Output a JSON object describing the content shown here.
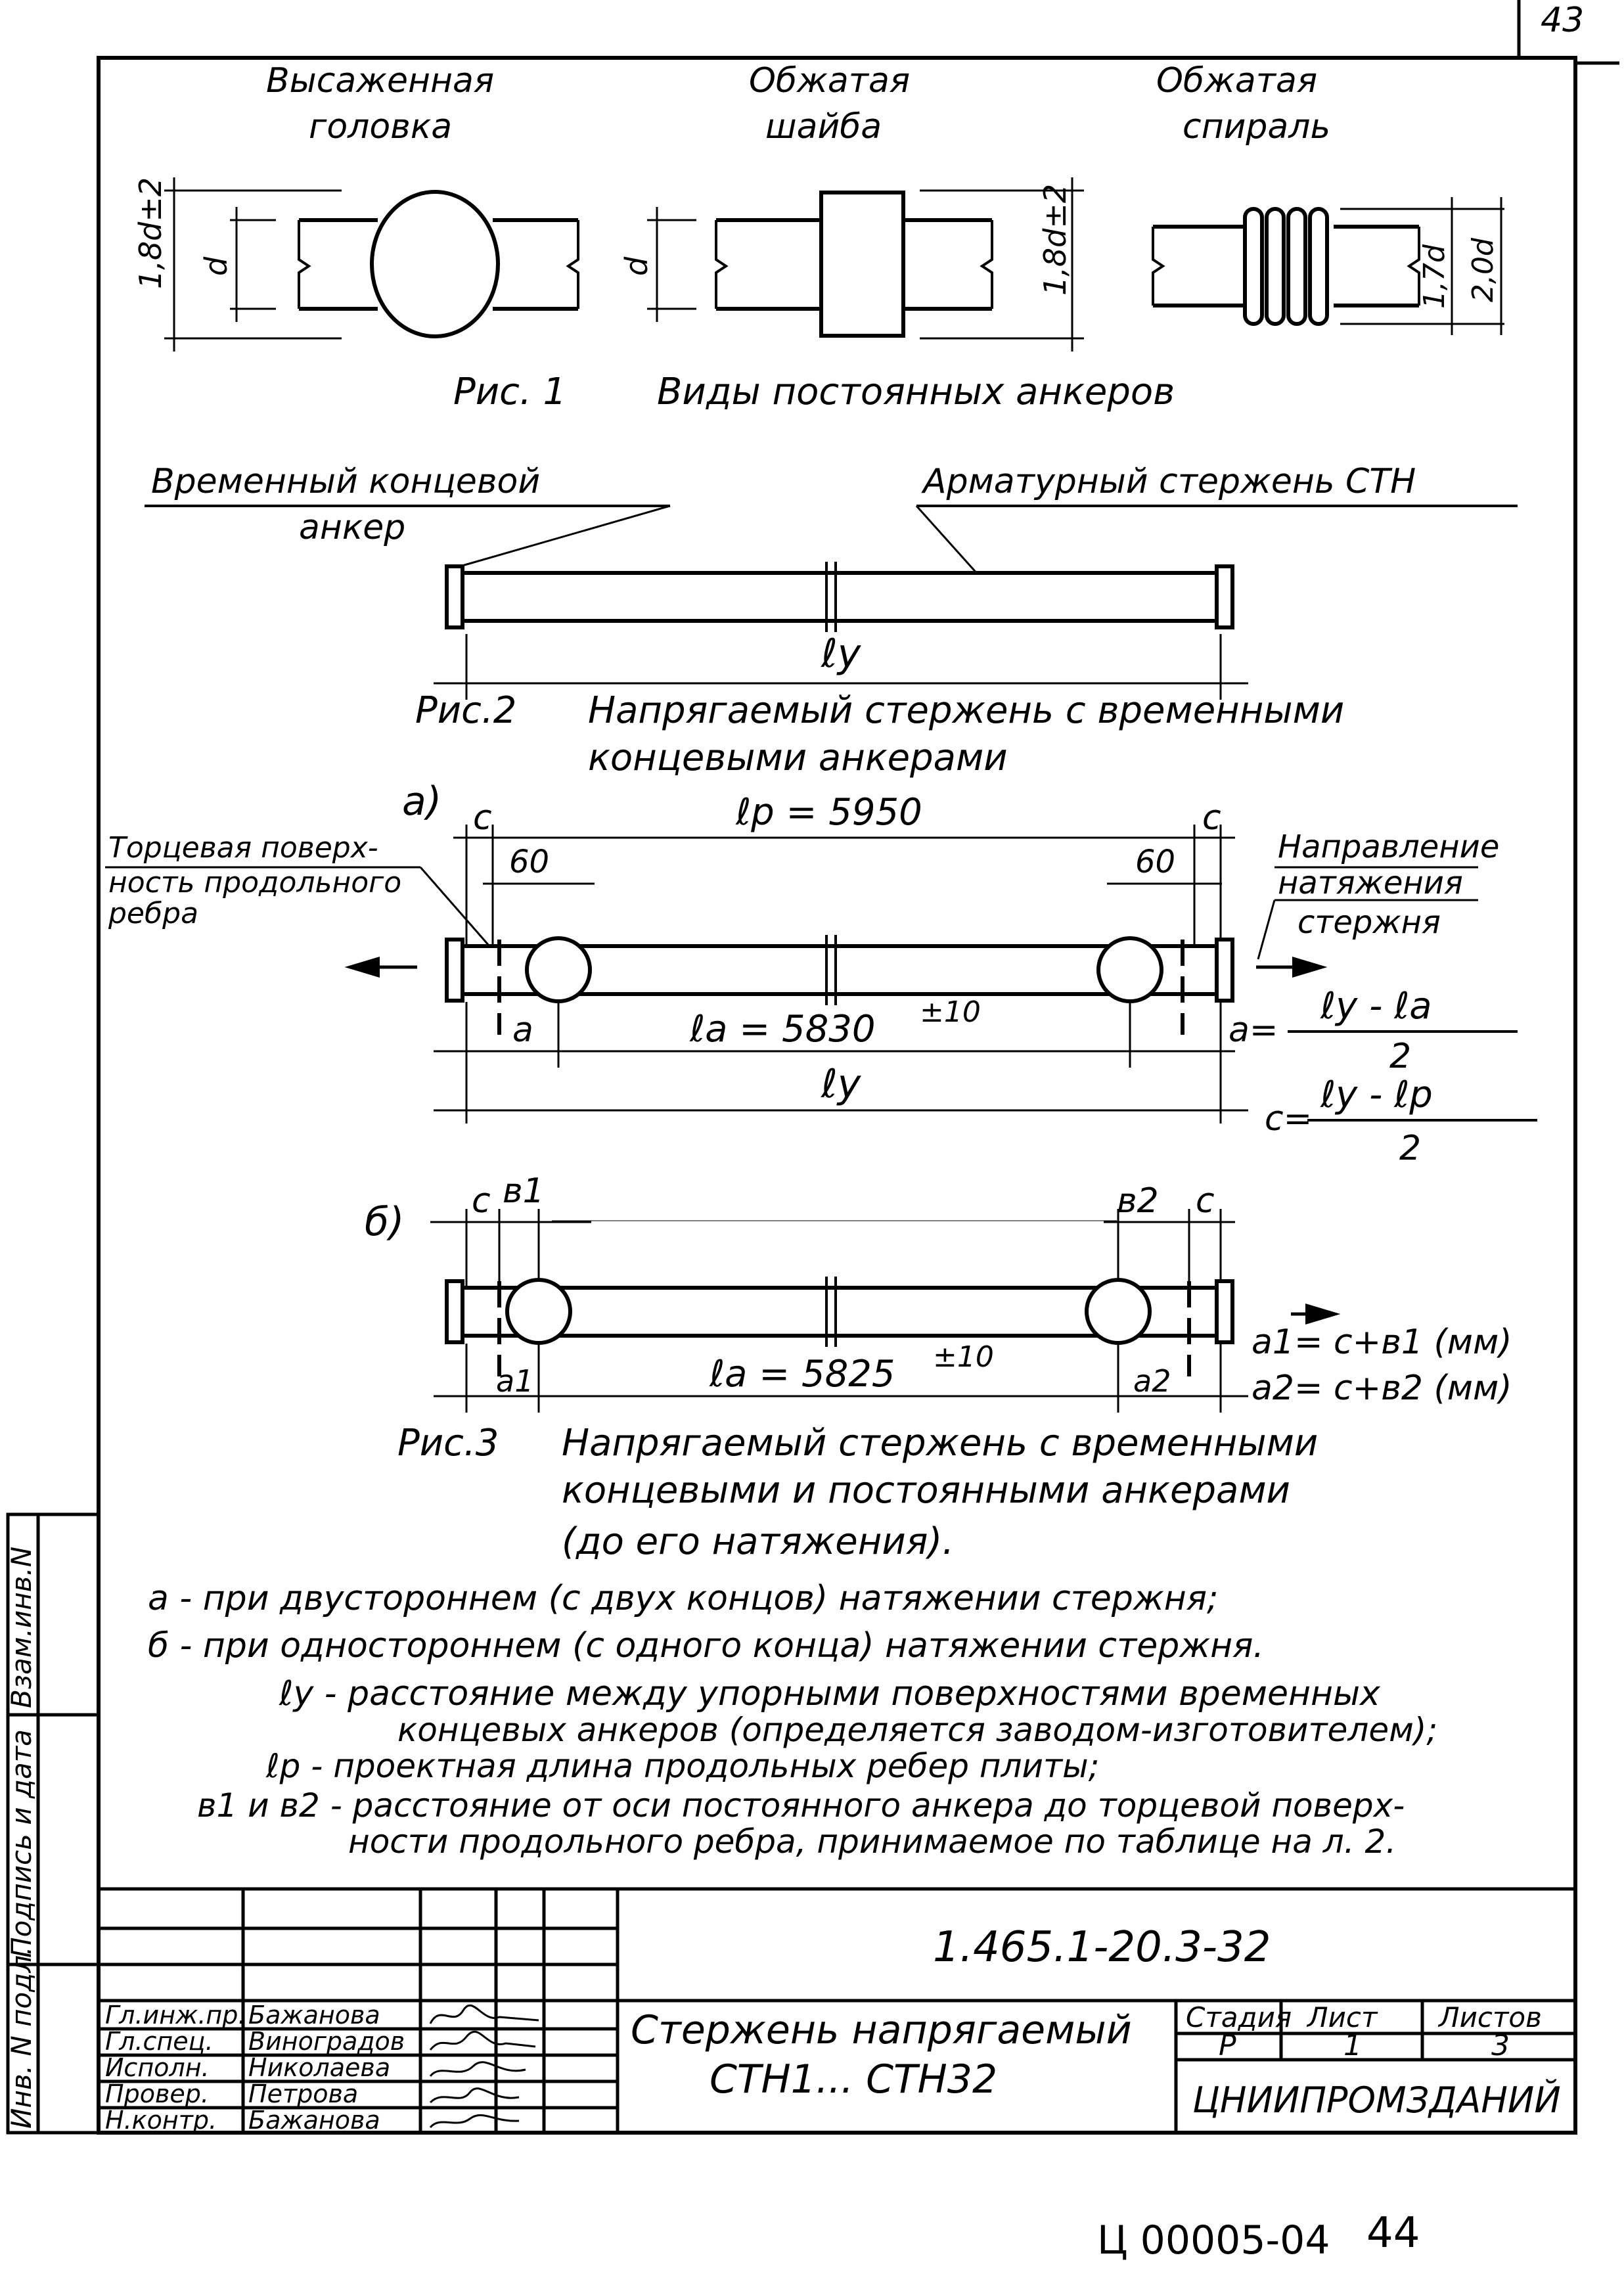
{
  "page": {
    "corner_number": "43",
    "bottom_code": "Ц 00005-04",
    "bottom_page": "44"
  },
  "fig1": {
    "anchor1_title": [
      "Высаженная",
      "головка"
    ],
    "anchor2_title": [
      "Обжатая",
      "шайба"
    ],
    "anchor3_title": [
      "Обжатая",
      "спираль"
    ],
    "dim_d": "d",
    "dim_18d": "1,8d±2",
    "dim_17d": "1,7d",
    "dim_20d": "2,0d",
    "caption_num": "Рис. 1",
    "caption": "Виды постоянных анкеров"
  },
  "fig2": {
    "label_left": [
      "Временный концевой",
      "анкер"
    ],
    "label_right": "Арматурный стержень СТН",
    "dim_ly": "ℓy",
    "caption_num": "Рис.2",
    "caption": [
      "Напрягаемый стержень с временными",
      "концевыми анкерами"
    ]
  },
  "fig3a": {
    "marker": "а)",
    "c": "c",
    "lp": "ℓp = 5950",
    "d60": "60",
    "left_label": [
      "Торцевая поверх-",
      "ность продольного",
      "ребра"
    ],
    "right_label": [
      "Направление",
      "натяжения",
      "стержня"
    ],
    "a": "a",
    "la": "ℓa = 5830",
    "tol": "±10",
    "ly": "ℓy",
    "formula_a_lhs": "a=",
    "formula_a_num": "ℓy - ℓa",
    "formula_a_den": "2",
    "formula_c_lhs": "c=",
    "formula_c_num": "ℓy - ℓp",
    "formula_c_den": "2"
  },
  "fig3b": {
    "marker": "б)",
    "c": "c",
    "b1": "в1",
    "b2": "в2",
    "la": "ℓa = 5825",
    "tol": "±10",
    "a1": "a1",
    "a2": "a2",
    "formula1": "a1= c+в1 (мм)",
    "formula2": "a2= c+в2 (мм)",
    "caption_num": "Рис.3",
    "caption": [
      "Напрягаемый стержень с временными",
      "концевыми и постоянными анкерами",
      "(до его натяжения)."
    ]
  },
  "notes": [
    "а - при двустороннем (с двух концов) натяжении стержня;",
    "б - при одностороннем (с одного конца) натяжении стержня.",
    "ℓy - расстояние между упорными поверхностями временных",
    "концевых анкеров (определяется заводом-изготовителем);",
    "ℓp - проектная длина продольных ребер плиты;",
    "в1 и в2 - расстояние от оси постоянного анкера до торцевой поверх-",
    "ности продольного ребра, принимаемое по таблице на л. 2."
  ],
  "side_stamp": {
    "col1": "Инв. N подл.",
    "col2": "Подпись и дата",
    "col3": "Взам.инв.N"
  },
  "title_block": {
    "doc_code": "1.465.1-20.3-32",
    "roles": [
      "Гл.инж.пр.",
      "Гл.спец.",
      "Исполн.",
      "Провер.",
      "Н.контр."
    ],
    "names": [
      "Бажанова",
      "Виноградов",
      "Николаева",
      "Петрова",
      "Бажанова"
    ],
    "title_line1": "Стержень напрягаемый",
    "title_line2": "СТН1... СТН32",
    "stage_h": "Стадия",
    "sheet_h": "Лист",
    "sheets_h": "Листов",
    "stage_v": "Р",
    "sheet_v": "1",
    "sheets_v": "3",
    "org": "ЦНИИПРОМЗДАНИЙ"
  }
}
